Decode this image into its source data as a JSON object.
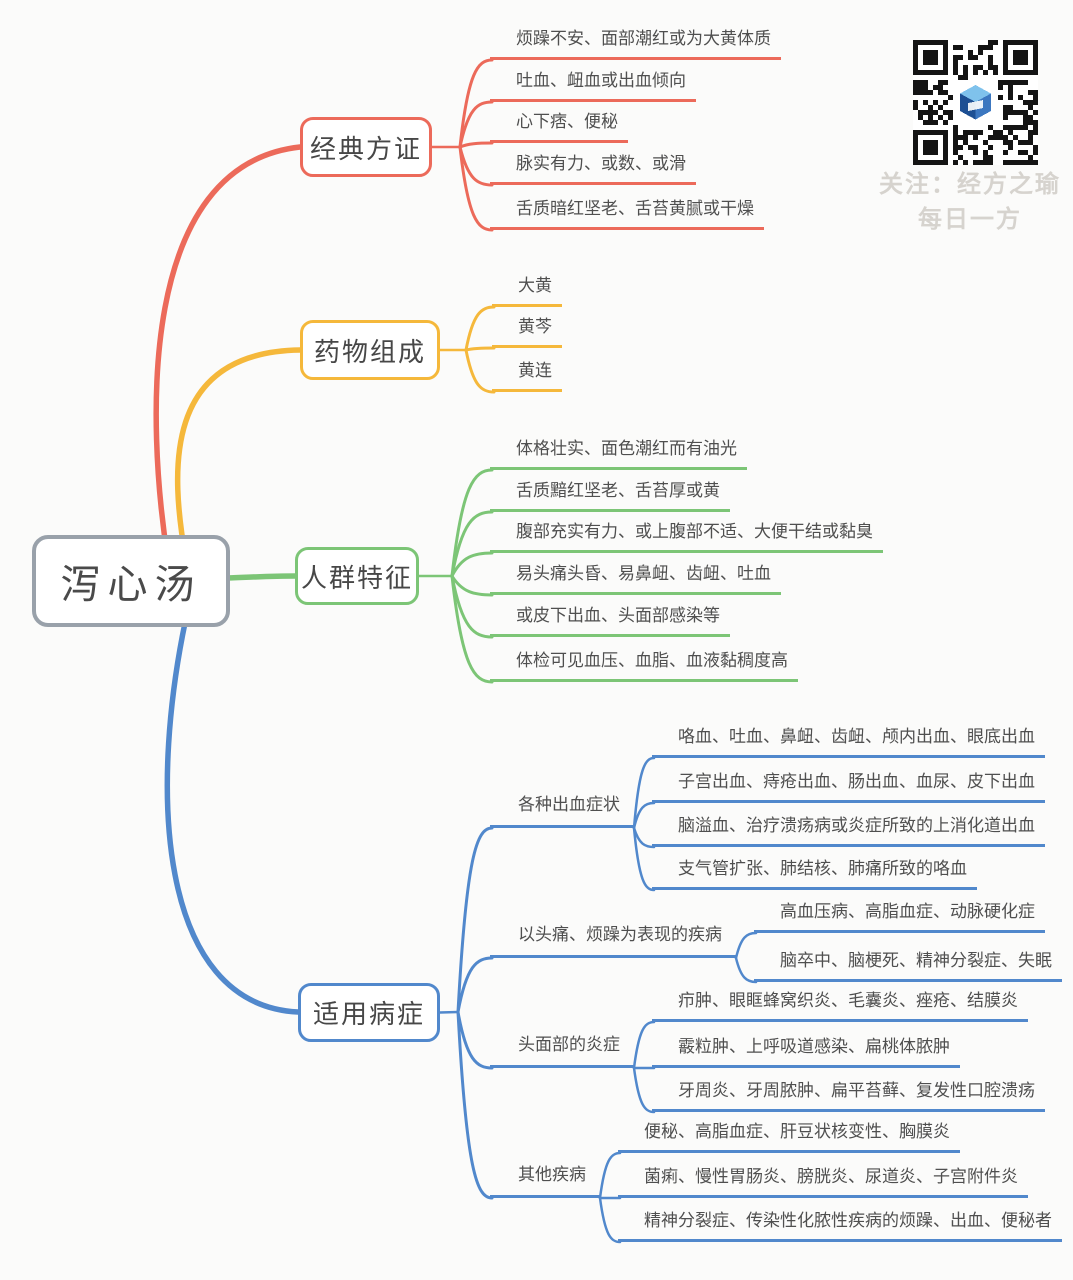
{
  "root": {
    "label": "泻心汤",
    "border_color": "#99a1aa"
  },
  "branches": [
    {
      "label": "经典方证",
      "color": "#ec6a5a",
      "leaves": [
        "烦躁不安、面部潮红或为大黄体质",
        "吐血、衄血或出血倾向",
        "心下痞、便秘",
        "脉实有力、或数、或滑",
        "舌质暗红坚老、舌苔黄腻或干燥"
      ]
    },
    {
      "label": "药物组成",
      "color": "#f5b83b",
      "leaves": [
        "大黄",
        "黄芩",
        "黄连"
      ]
    },
    {
      "label": "人群特征",
      "color": "#7cc576",
      "leaves": [
        "体格壮实、面色潮红而有油光",
        "舌质黯红坚老、舌苔厚或黄",
        "腹部充实有力、或上腹部不适、大便干结或黏臭",
        "易头痛头昏、易鼻衄、齿衄、吐血",
        "或皮下出血、头面部感染等",
        "体检可见血压、血脂、血液黏稠度高"
      ]
    },
    {
      "label": "适用病症",
      "color": "#5188cc",
      "subbranches": [
        {
          "label": "各种出血症状",
          "leaves": [
            "咯血、吐血、鼻衄、齿衄、颅内出血、眼底出血",
            "子宫出血、痔疮出血、肠出血、血尿、皮下出血",
            "脑溢血、治疗溃疡病或炎症所致的上消化道出血",
            "支气管扩张、肺结核、肺痛所致的咯血"
          ]
        },
        {
          "label": "以头痛、烦躁为表现的疾病",
          "leaves": [
            "高血压病、高脂血症、动脉硬化症",
            "脑卒中、脑梗死、精神分裂症、失眠"
          ]
        },
        {
          "label": "头面部的炎症",
          "leaves": [
            "疖肿、眼眶蜂窝织炎、毛囊炎、痤疮、结膜炎",
            "霰粒肿、上呼吸道感染、扁桃体脓肿",
            "牙周炎、牙周脓肿、扁平苔藓、复发性口腔溃疡"
          ]
        },
        {
          "label": "其他疾病",
          "leaves": [
            "便秘、高脂血症、肝豆状核变性、胸膜炎",
            "菌痢、慢性胃肠炎、膀胱炎、尿道炎、子宫附件炎",
            "精神分裂症、传染性化脓性疾病的烦躁、出血、便秘者"
          ]
        }
      ]
    }
  ],
  "watermark": {
    "line1": "关注：经方之瑜",
    "line2": "每日一方"
  }
}
